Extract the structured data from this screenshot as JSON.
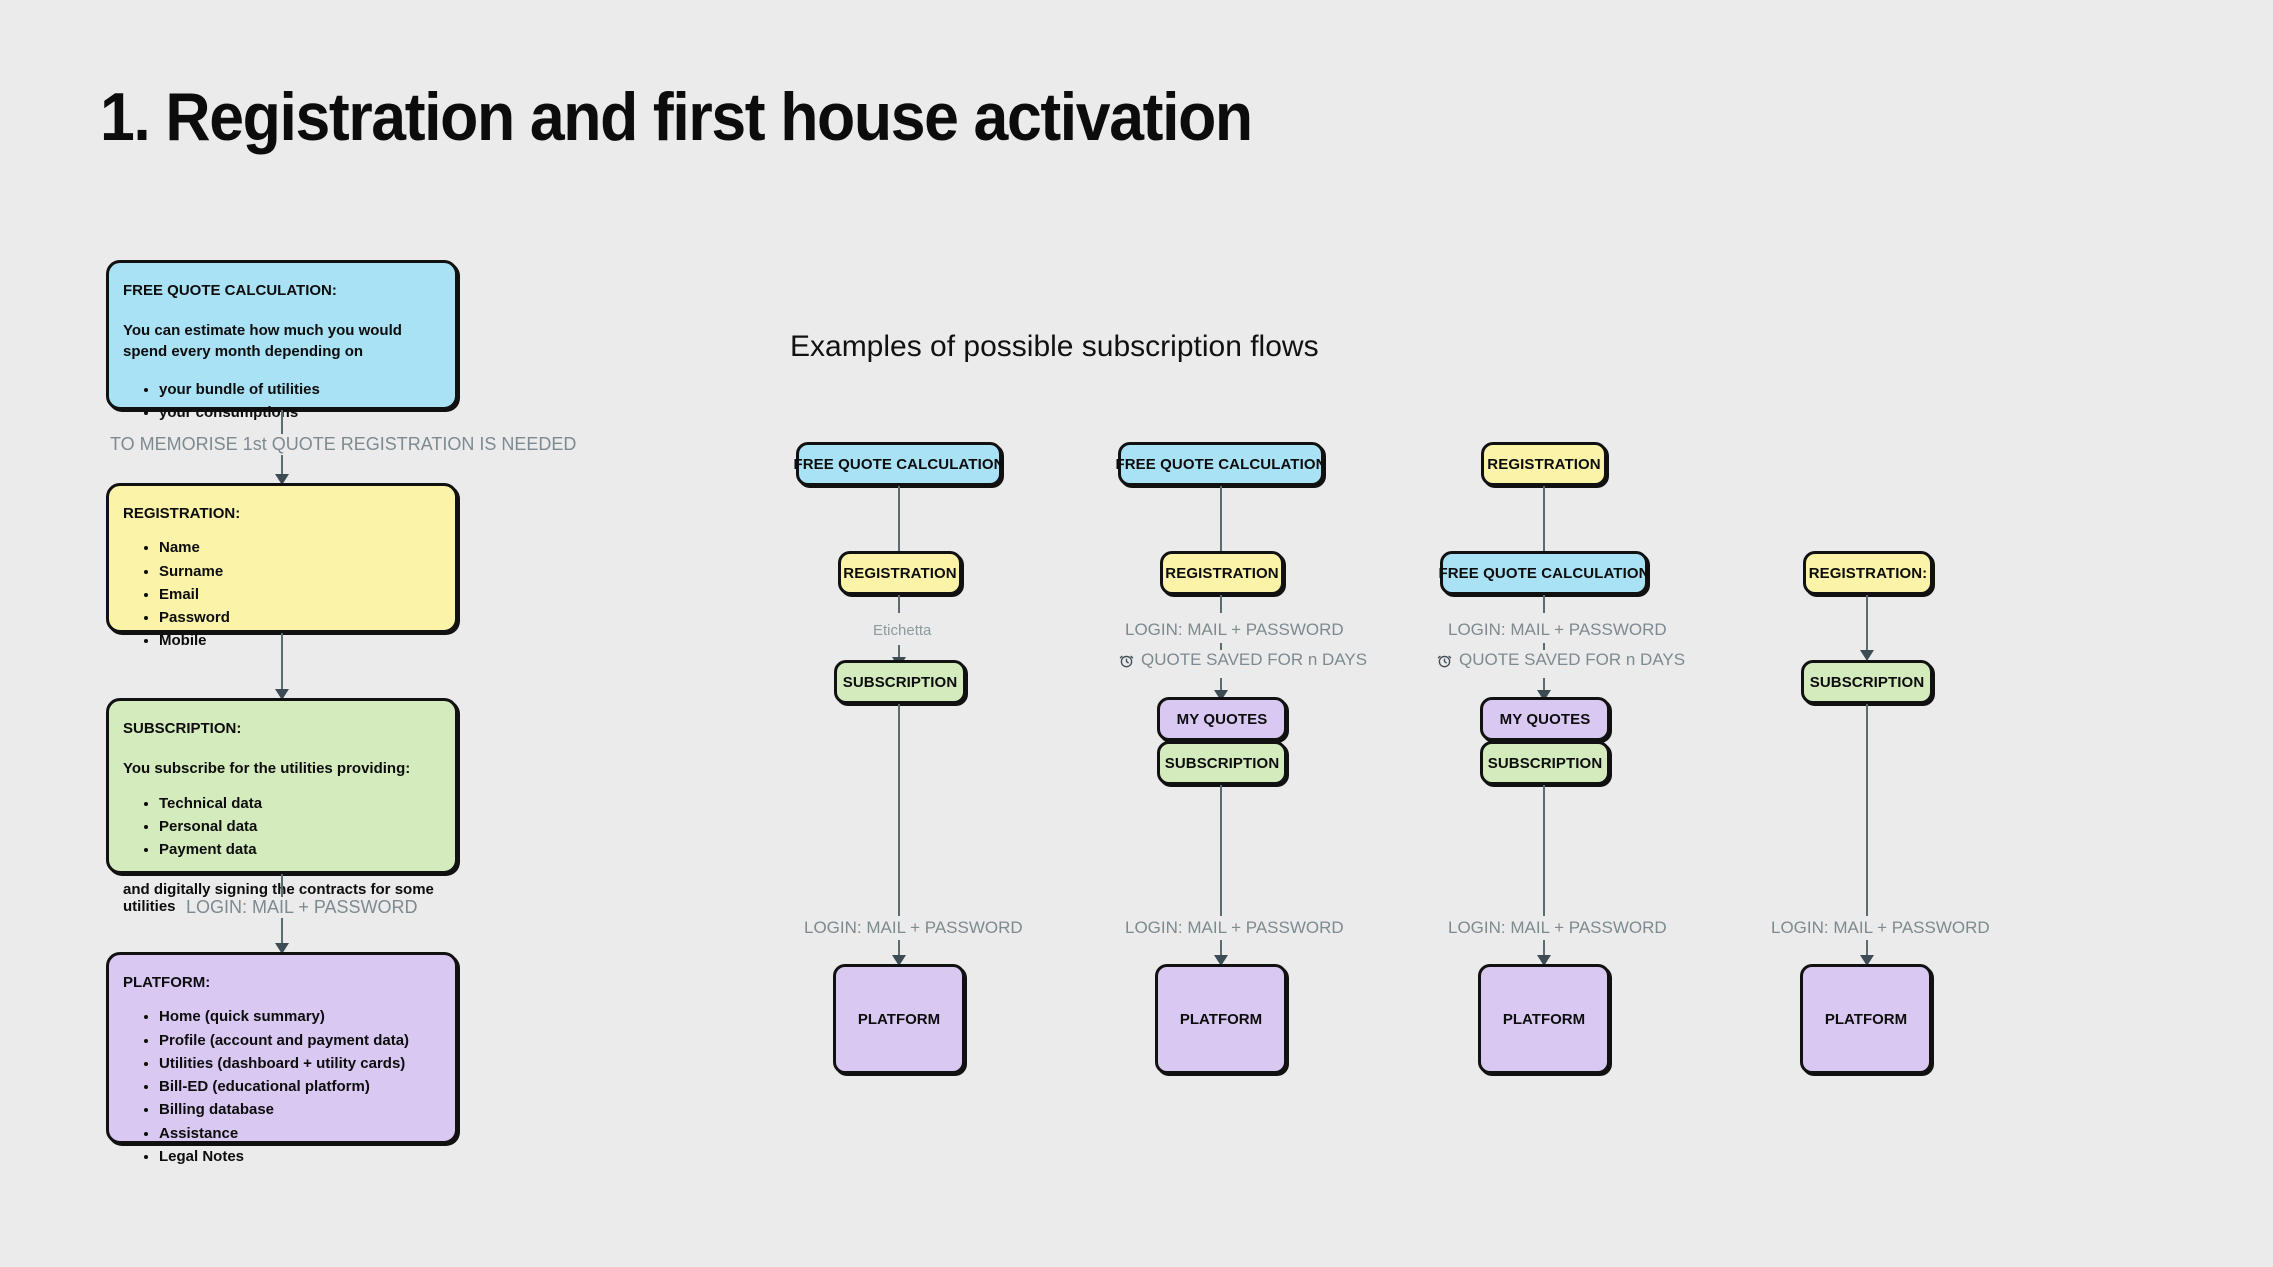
{
  "page": {
    "title": "1. Registration and first house activation",
    "background_color": "#ebebeb"
  },
  "colors": {
    "blue": "#a9e2f5",
    "yellow": "#faf3a8",
    "green": "#d4ebbe",
    "purple": "#d9c9f2",
    "border": "#111111",
    "connector": "#5a6b72",
    "label_text": "#7d8a90"
  },
  "left_flow": {
    "nodes": [
      {
        "id": "free-quote-calculation",
        "color": "blue",
        "title": "FREE QUOTE CALCULATION:",
        "paragraph": "You can estimate how much you would spend every month depending on",
        "bullets": [
          "your bundle of utilities",
          "your consumptions"
        ],
        "footer": ""
      },
      {
        "id": "registration",
        "color": "yellow",
        "title": "REGISTRATION:",
        "paragraph": "",
        "bullets": [
          "Name",
          "Surname",
          "Email",
          "Password",
          "Mobile"
        ],
        "footer": ""
      },
      {
        "id": "subscription",
        "color": "green",
        "title": "SUBSCRIPTION:",
        "paragraph": "You subscribe for the utilities providing:",
        "bullets": [
          "Technical data",
          "Personal data",
          "Payment data"
        ],
        "footer": "and digitally signing the contracts for some utilities"
      },
      {
        "id": "platform",
        "color": "purple",
        "title": "PLATFORM:",
        "paragraph": "",
        "bullets": [
          "Home (quick summary)",
          "Profile (account and payment data)",
          "Utilities (dashboard + utility cards)",
          "Bill-ED (educational platform)",
          "Billing database",
          "Assistance",
          "Legal Notes"
        ],
        "footer": ""
      }
    ],
    "edge_labels": [
      "TO MEMORISE 1st QUOTE REGISTRATION IS NEEDED",
      "LOGIN: MAIL + PASSWORD"
    ]
  },
  "right_section": {
    "heading": "Examples of possible subscription flows",
    "flows": [
      {
        "id": "flow-1",
        "steps": [
          {
            "label": "FREE QUOTE CALCULATION",
            "color": "blue"
          },
          {
            "label": "REGISTRATION",
            "color": "yellow"
          },
          {
            "label": "SUBSCRIPTION",
            "color": "green"
          },
          {
            "label": "PLATFORM",
            "color": "purple"
          }
        ],
        "edge_labels": [
          "Etichetta",
          "LOGIN: MAIL + PASSWORD"
        ]
      },
      {
        "id": "flow-2",
        "steps": [
          {
            "label": "FREE QUOTE CALCULATION",
            "color": "blue"
          },
          {
            "label": "REGISTRATION",
            "color": "yellow"
          },
          {
            "label": "MY QUOTES",
            "color": "purple"
          },
          {
            "label": "SUBSCRIPTION",
            "color": "green"
          },
          {
            "label": "PLATFORM",
            "color": "purple"
          }
        ],
        "edge_labels": [
          "LOGIN: MAIL + PASSWORD",
          "QUOTE SAVED FOR n DAYS",
          "LOGIN: MAIL + PASSWORD"
        ]
      },
      {
        "id": "flow-3",
        "steps": [
          {
            "label": "REGISTRATION",
            "color": "yellow"
          },
          {
            "label": "FREE QUOTE CALCULATION",
            "color": "blue"
          },
          {
            "label": "MY QUOTES",
            "color": "purple"
          },
          {
            "label": "SUBSCRIPTION",
            "color": "green"
          },
          {
            "label": "PLATFORM",
            "color": "purple"
          }
        ],
        "edge_labels": [
          "LOGIN: MAIL + PASSWORD",
          "QUOTE SAVED FOR n DAYS",
          "LOGIN: MAIL + PASSWORD"
        ]
      },
      {
        "id": "flow-4",
        "steps": [
          {
            "label": "REGISTRATION:",
            "color": "yellow"
          },
          {
            "label": "SUBSCRIPTION",
            "color": "green"
          },
          {
            "label": "PLATFORM",
            "color": "purple"
          }
        ],
        "edge_labels": [
          "LOGIN: MAIL + PASSWORD"
        ]
      }
    ],
    "icons": {
      "alarm": "alarm-clock-icon"
    }
  }
}
